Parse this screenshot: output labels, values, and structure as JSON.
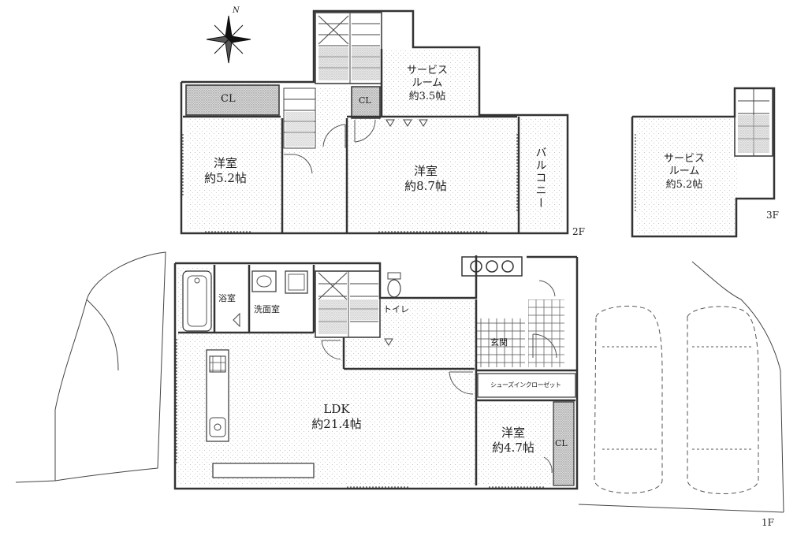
{
  "compass": {
    "north_label": "N"
  },
  "floors": {
    "first": "1F",
    "second": "2F",
    "third": "3F"
  },
  "rooms_2f": {
    "western_left": {
      "name": "洋室",
      "size": "約5.2帖"
    },
    "western_right": {
      "name": "洋室",
      "size": "約8.7帖"
    },
    "service": {
      "line1": "サービス",
      "line2": "ルーム",
      "size": "約3.5帖"
    },
    "closet_left": "CL",
    "closet_small": "CL",
    "balcony": "バルコニー"
  },
  "rooms_3f": {
    "service": {
      "line1": "サービス",
      "line2": "ルーム",
      "size": "約5.2帖"
    }
  },
  "rooms_1f": {
    "ldk": {
      "name": "LDK",
      "size": "約21.4帖"
    },
    "bath": "浴室",
    "washroom": "洗面室",
    "toilet": "トイレ",
    "entrance": "玄関",
    "shoe_closet": "シューズインクローゼット",
    "western": {
      "name": "洋室",
      "size": "約4.7帖"
    },
    "closet": "CL"
  }
}
